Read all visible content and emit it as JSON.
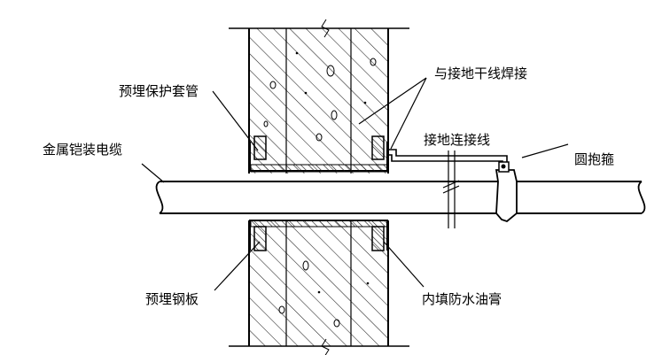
{
  "labels": {
    "embedded_sleeve": "预埋保护套管",
    "weld_to_ground_trunk": "与接地干线焊接",
    "armored_cable": "金属铠装电缆",
    "ground_connection_wire": "接地连接线",
    "pipe_clamp": "圆抱箍",
    "embedded_steel_plate": "预埋钢板",
    "waterproof_filler": "内填防水油膏"
  }
}
